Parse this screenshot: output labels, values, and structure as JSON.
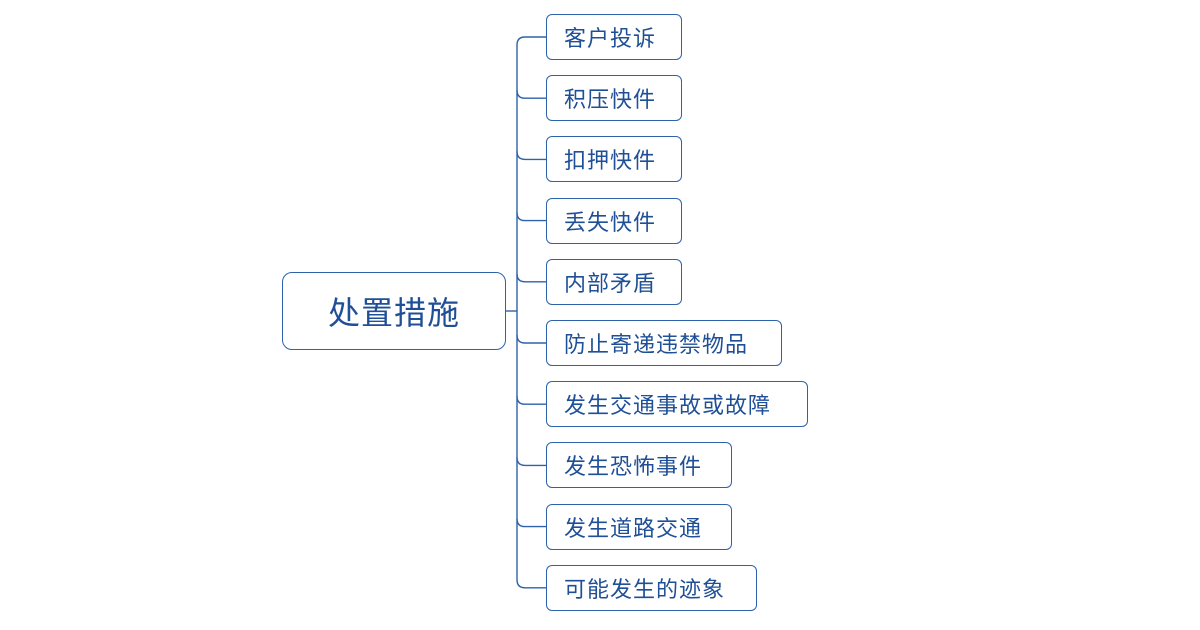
{
  "diagram": {
    "root": {
      "label": "处置措施"
    },
    "children": [
      {
        "label": "客户投诉"
      },
      {
        "label": "积压快件"
      },
      {
        "label": "扣押快件"
      },
      {
        "label": "丢失快件"
      },
      {
        "label": "内部矛盾"
      },
      {
        "label": "防止寄递违禁物品"
      },
      {
        "label": "发生交通事故或故障"
      },
      {
        "label": "发生恐怖事件"
      },
      {
        "label": "发生道路交通"
      },
      {
        "label": "可能发生的迹象"
      }
    ],
    "colors": {
      "line": "#2e62ab",
      "text": "#1f4f96",
      "background": "#ffffff"
    }
  }
}
